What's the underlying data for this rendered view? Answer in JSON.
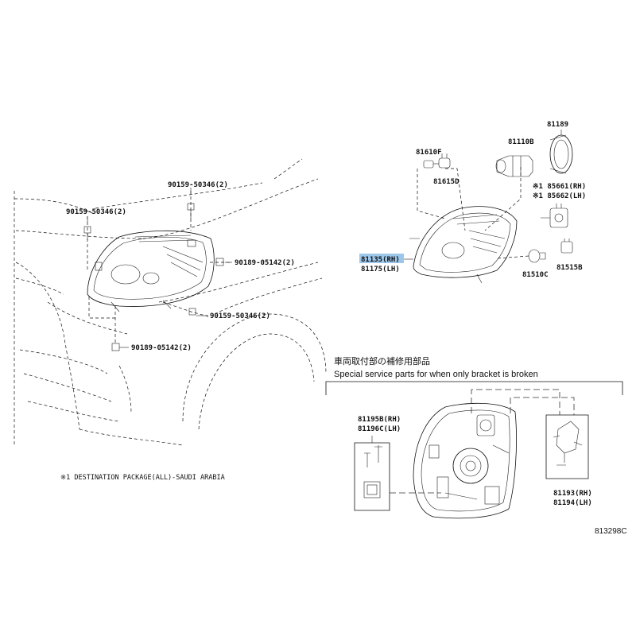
{
  "labels": {
    "screw_top": "90159-50346(2)",
    "screw_left": "90159-50346(2)",
    "bolt_right": "90189-05142(2)",
    "screw_lower": "90159-50346(2)",
    "bolt_lower": "90189-05142(2)",
    "socket": "81610F",
    "bulb_small": "81615D",
    "bulb_main": "81110B",
    "cover": "81189",
    "asy_rh": "81135(RH)",
    "asy_lh": "81175(LH)",
    "hid_rh": "※1 85661(RH)",
    "hid_lh": "※1 85662(LH)",
    "bulb_side": "81510C",
    "socket_side": "81515B",
    "bracket_set_rh": "81195B(RH)",
    "bracket_set_lh": "81196C(LH)",
    "bracket_rh": "81193(RH)",
    "bracket_lh": "81194(LH)"
  },
  "notes": {
    "destination": "※1 DESTINATION PACKAGE(ALL)-SAUDI ARABIA",
    "service_jp": "車両取付部の補修用部品",
    "service_en": "Special service parts for when only bracket is broken",
    "ref_code": "813298C"
  },
  "highlight": {
    "part": "81135(RH)",
    "color": "#9cc7ea"
  }
}
